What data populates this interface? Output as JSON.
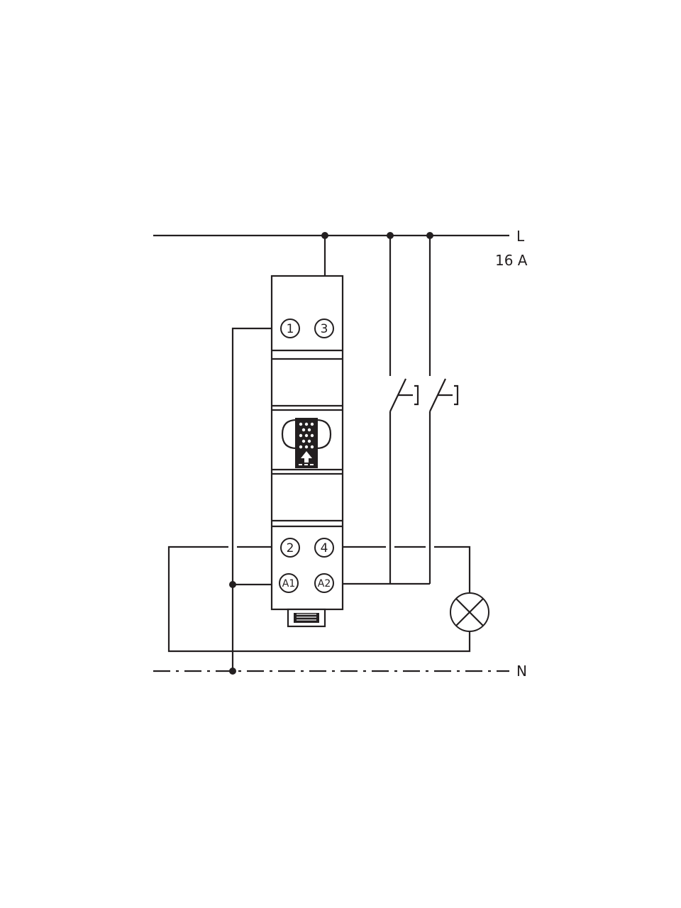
{
  "lines": {
    "live_label": "L",
    "live_rating": "16 A",
    "neutral_label": "N"
  },
  "device": {
    "terminals": {
      "t1": "1",
      "t3": "3",
      "t2": "2",
      "t4": "4",
      "a1": "A1",
      "a2": "A2"
    }
  },
  "icons": {
    "switch": "pushbutton-switch-icon",
    "lamp": "lamp-icon",
    "knob": "selector-knob-icon"
  }
}
